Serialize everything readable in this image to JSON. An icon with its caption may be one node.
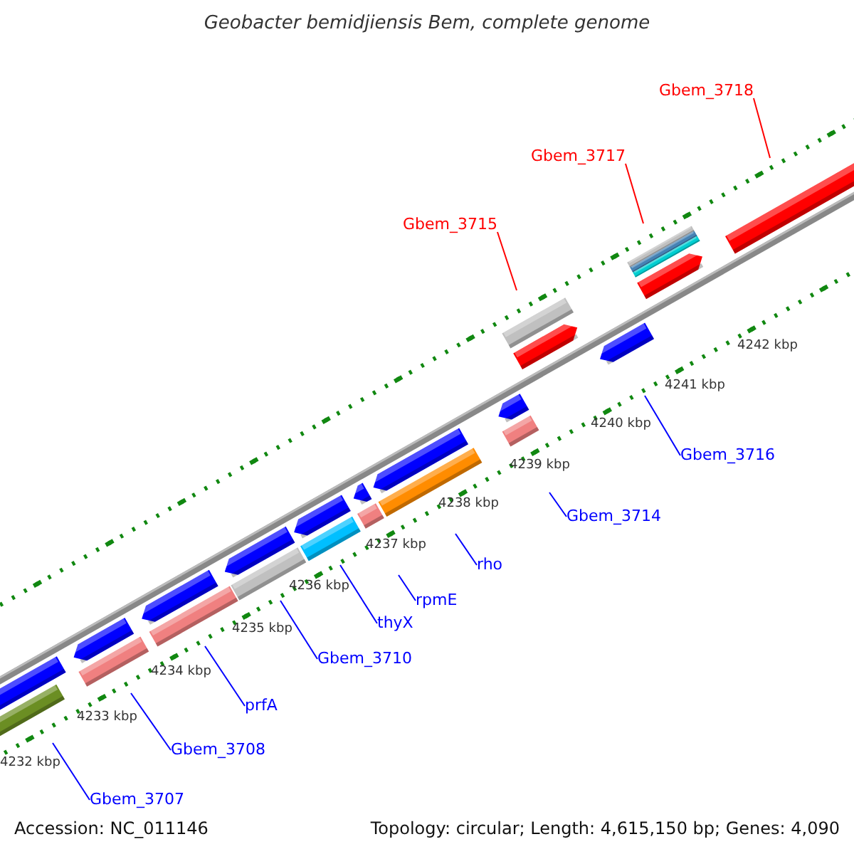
{
  "diagram": {
    "title": "Geobacter bemidjiensis Bem, complete genome",
    "nodes": [
      {
        "text": [
          "Gbem_3718"
        ]
      },
      {
        "text": [
          "Gbem_3717"
        ]
      },
      {
        "text": [
          "Gbem_3715"
        ]
      },
      {
        "text": [
          "Gbem_3716"
        ]
      },
      {
        "text": [
          "Gbem_3714"
        ]
      },
      {
        "text": [
          "rho"
        ]
      },
      {
        "text": [
          "rpmE"
        ]
      },
      {
        "text": [
          "thyX"
        ]
      },
      {
        "text": [
          "Gbem_3710"
        ]
      },
      {
        "text": [
          "prfA"
        ]
      },
      {
        "text": [
          "Gbem_3708"
        ]
      },
      {
        "text": [
          "Gbem_3707"
        ]
      }
    ],
    "edges": [
      {
        "from": 0,
        "to": null,
        "arrow": "none",
        "color": "#ff0000"
      },
      {
        "from": 1,
        "to": null,
        "arrow": "none",
        "color": "#ff0000"
      },
      {
        "from": 2,
        "to": null,
        "arrow": "none",
        "color": "#ff0000"
      },
      {
        "from": 3,
        "to": null,
        "arrow": "none"
      },
      {
        "from": 4,
        "to": null,
        "arrow": "none"
      },
      {
        "from": 5,
        "to": null,
        "arrow": "none"
      },
      {
        "from": 6,
        "to": null,
        "arrow": "none"
      },
      {
        "from": 7,
        "to": null,
        "arrow": "none"
      },
      {
        "from": 8,
        "to": null,
        "arrow": "none"
      },
      {
        "from": 9,
        "to": null,
        "arrow": "none"
      },
      {
        "from": 10,
        "to": null,
        "arrow": "none"
      },
      {
        "from": 11,
        "to": null,
        "arrow": "none"
      }
    ],
    "labels": [
      "4242 kbp",
      "4241 kbp",
      "4240 kbp",
      "4239 kbp",
      "4238 kbp",
      "4237 kbp",
      "4236 kbp",
      "4235 kbp",
      "4234 kbp",
      "4233 kbp",
      "4232 kbp",
      "Accession: NC_011146",
      "Topology: circular; Length: 4,615,150 bp; Genes: 4,090"
    ]
  }
}
